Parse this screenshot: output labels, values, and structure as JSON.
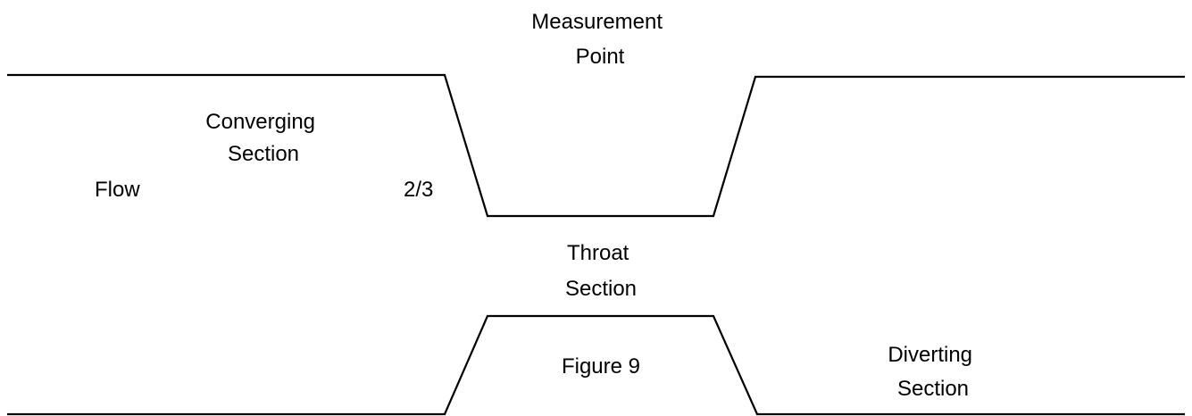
{
  "labels": {
    "measurement_line1": "Measurement",
    "measurement_line2": "Point",
    "converging_line1": "Converging",
    "converging_line2": "Section",
    "flow": "Flow",
    "ratio": "2/3",
    "throat_line1": "Throat",
    "throat_line2": "Section",
    "figure": "Figure 9",
    "diverting_line1": "Diverting",
    "diverting_line2": "Section"
  }
}
